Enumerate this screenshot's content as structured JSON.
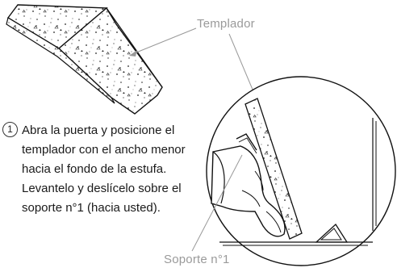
{
  "labels": {
    "templador": "Templador",
    "soporte": "Soporte n°1"
  },
  "step": {
    "number": "1",
    "text": "Abra la puerta y posicione el templador con el ancho menor hacia el fondo de la estufa.  Levantelo y deslícelo sobre el soporte n°1 (hacia usted)."
  }
}
